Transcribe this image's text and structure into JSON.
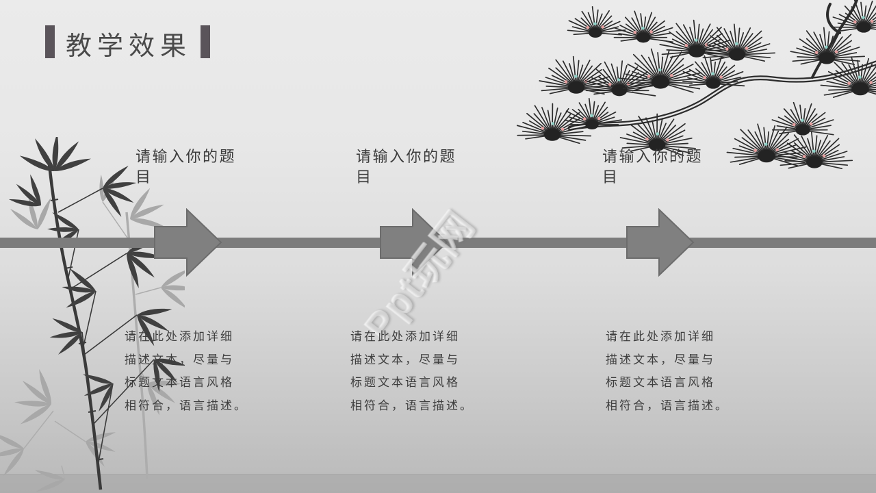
{
  "slide": {
    "title": "教学效果",
    "watermark": "Ppt玩网",
    "colors": {
      "band_gray": "#7c7c7c",
      "arrow_fill": "#808080",
      "arrow_stroke": "#6c6c6c",
      "title_bar": "#5a545a",
      "background_top": "#ebebeb",
      "background_bottom": "#b9b9b9"
    }
  },
  "steps": [
    {
      "heading": "请输入你的题\n目",
      "description": "请在此处添加详细\n描述文本，尽量与\n标题文本语言风格\n相符合，语言描述。"
    },
    {
      "heading": "请输入你的题\n目",
      "description": "请在此处添加详细\n描述文本，尽量与\n标题文本语言风格\n相符合，语言描述。"
    },
    {
      "heading": "请输入你的题\n目",
      "description": "请在此处添加详细\n描述文本，尽量与\n标题文本语言风格\n相符合，语言描述。"
    }
  ],
  "decor": {
    "left_art": "bamboo-ink-painting",
    "top_right_art": "pine-branch-ink-painting"
  }
}
